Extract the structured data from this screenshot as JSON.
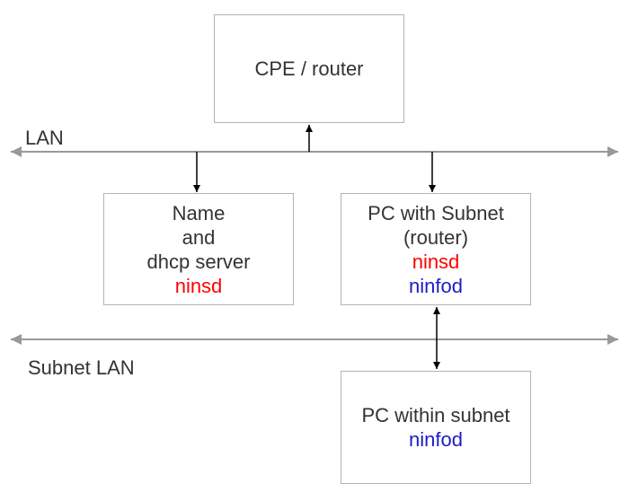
{
  "boxes": {
    "cpe": {
      "line1": "CPE / router"
    },
    "name_server": {
      "line1": "Name",
      "line2": "and",
      "line3": "dhcp server",
      "line4": "ninsd"
    },
    "pc_subnet": {
      "line1": "PC with Subnet",
      "line2": "(router)",
      "line3": "ninsd",
      "line4": "ninfod"
    },
    "pc_within": {
      "line1": "PC within subnet",
      "line2": "ninfod"
    }
  },
  "labels": {
    "lan": "LAN",
    "subnet_lan": "Subnet LAN"
  },
  "colors": {
    "ninsd": "#ff0000",
    "ninfod": "#1c1cc6",
    "bus_line": "#999999",
    "arrow": "#000000",
    "box_border": "#b3b3b3"
  }
}
